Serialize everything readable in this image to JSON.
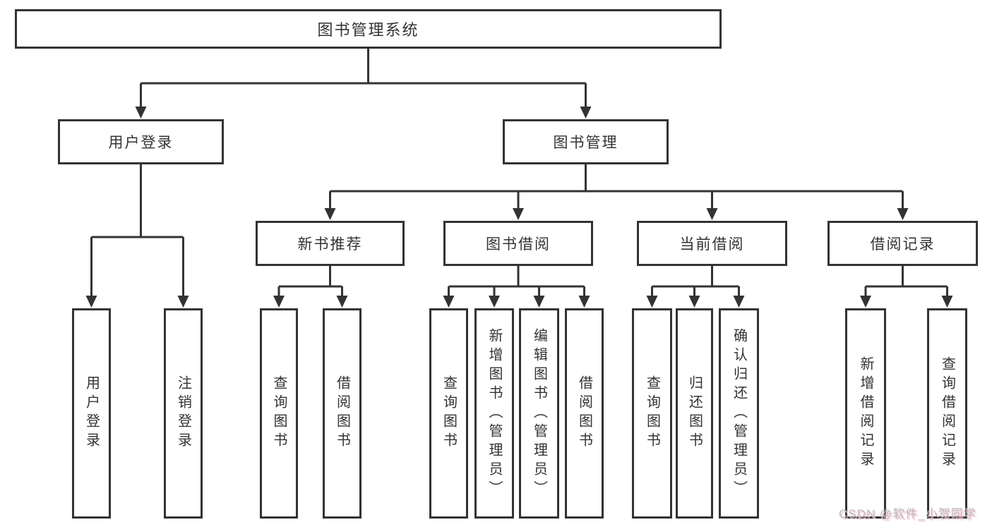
{
  "tree": {
    "root": {
      "label": "图书管理系统",
      "children": [
        {
          "label": "用户登录",
          "children": [
            {
              "label": "用户登录"
            },
            {
              "label": "注销登录"
            }
          ]
        },
        {
          "label": "图书管理",
          "children": [
            {
              "label": "新书推荐",
              "children": [
                {
                  "label": "查询图书"
                },
                {
                  "label": "借阅图书"
                }
              ]
            },
            {
              "label": "图书借阅",
              "children": [
                {
                  "label": "查询图书"
                },
                {
                  "label": "新增图书（管理员）"
                },
                {
                  "label": "编辑图书（管理员）"
                },
                {
                  "label": "借阅图书"
                }
              ]
            },
            {
              "label": "当前借阅",
              "children": [
                {
                  "label": "查询图书"
                },
                {
                  "label": "归还图书"
                },
                {
                  "label": "确认归还（管理员）"
                }
              ]
            },
            {
              "label": "借阅记录",
              "children": [
                {
                  "label": "新增借阅记录"
                },
                {
                  "label": "查询借阅记录"
                }
              ]
            }
          ]
        }
      ]
    }
  },
  "watermark": {
    "text": "CSDN @软件_小贺同学"
  },
  "colors": {
    "line": "#333333",
    "box_fill": "#ffffff",
    "background": "#ffffff",
    "watermark_text": "#b9b9b9",
    "watermark_shadow": "#f7bcd6"
  }
}
